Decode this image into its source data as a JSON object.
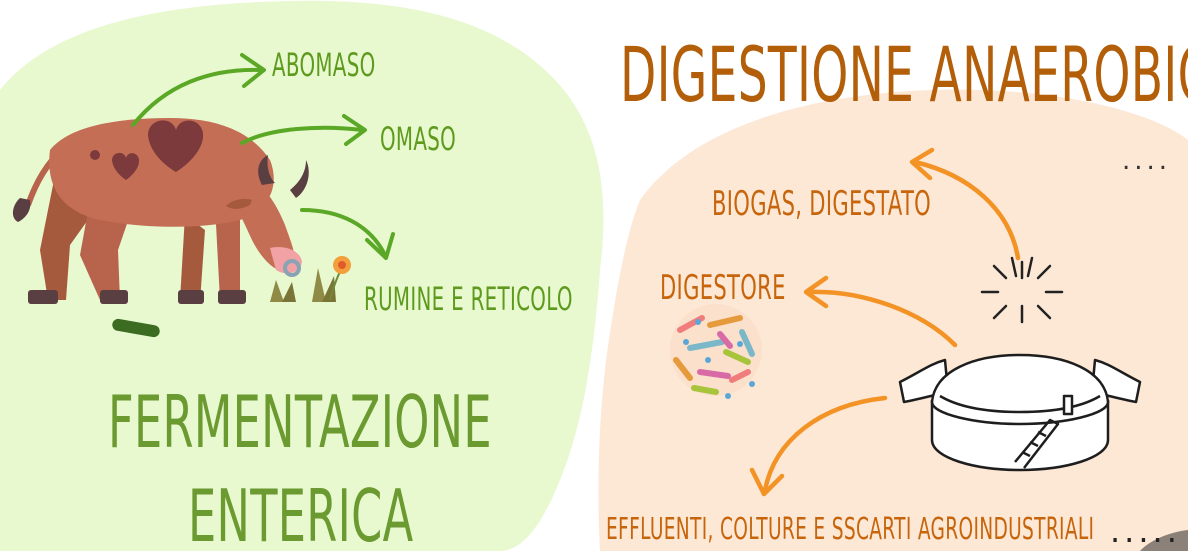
{
  "left": {
    "labels": {
      "abomaso": "ABOMASO",
      "omaso": "OMASO",
      "rumine": "RUMINE E RETICOLO"
    },
    "title_line1": "FERMENTAZIONE",
    "title_line2": "ENTERICA",
    "colors": {
      "blob": "#e6f7cc",
      "arrow": "#5aa825",
      "text": "#6a9a30"
    }
  },
  "right": {
    "title": "DIGESTIONE ANAEROBICA",
    "labels": {
      "biogas": "BIOGAS, DIGESTATO",
      "digestore": "DIGESTORE",
      "inputs": "EFFLUENTI, COLTURE E SSCARTI AGROINDUSTRIALI"
    },
    "dots_top": "....",
    "dots_bottom": ".....",
    "colors": {
      "blob": "#fde6d3",
      "arrow": "#f39326",
      "title": "#b35f0a"
    }
  },
  "icons": [
    "cow-illustration",
    "grass-icon",
    "flower-icon",
    "bacteria-cluster-icon",
    "spark-icon",
    "digester-tank-icon"
  ]
}
